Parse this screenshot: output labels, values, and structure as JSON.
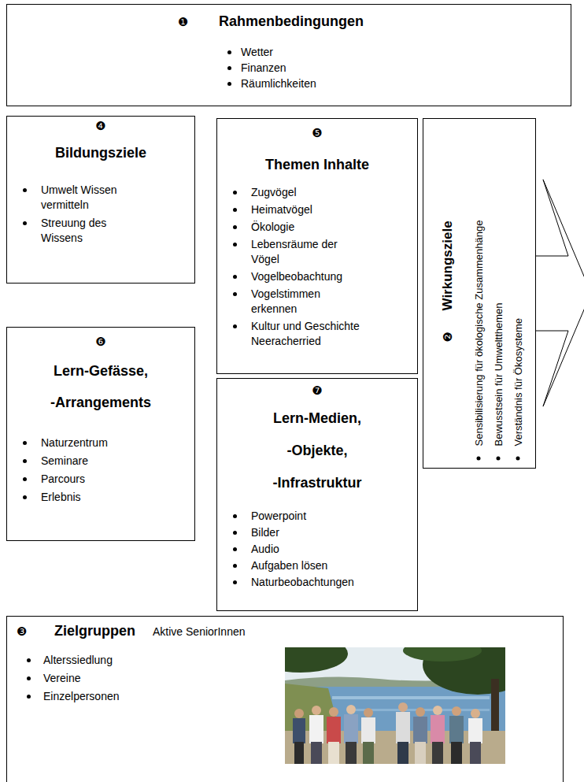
{
  "diagram": {
    "nodes": [
      {
        "text": [
          "❶",
          "Rahmenbedingungen",
          "Wetter",
          "Finanzen",
          "Räumlichkeiten"
        ]
      },
      {
        "text": [
          "❹",
          "Bildungsziele",
          "Umwelt Wissen vermitteln",
          "Streuung des Wissens"
        ]
      },
      {
        "text": [
          "❺",
          "Themen Inhalte",
          "Zugvögel",
          "Heimatvögel",
          "Ökologie",
          "Lebensräume der Vögel",
          "Vogelbeobachtung",
          "Vogelstimmen erkennen",
          "Kultur und Geschichte Neeracherried"
        ]
      },
      {
        "text": [
          "❷",
          "Wirkungsziele",
          "Sensibilisierung für ökologische Zusammenhänge",
          "Bewusstsein für Umweltthemen",
          "Verständnis für Ökosysteme"
        ]
      },
      {
        "text": [
          "❻",
          "Lern-Gefässe, -Arrangements",
          "Naturzentrum",
          "Seminare",
          "Parcours",
          "Erlebnis"
        ]
      },
      {
        "text": [
          "❼",
          "Lern-Medien, -Objekte, -Infrastruktur",
          "Powerpoint",
          "Bilder",
          "Audio",
          "Aufgaben lösen",
          "Naturbeobachtungen"
        ]
      },
      {
        "text": [
          "❸",
          "Zielgruppen",
          "Aktive SeniorInnen",
          "Alterssiedlung",
          "Vereine",
          "Einzelpersonen"
        ]
      }
    ]
  }
}
